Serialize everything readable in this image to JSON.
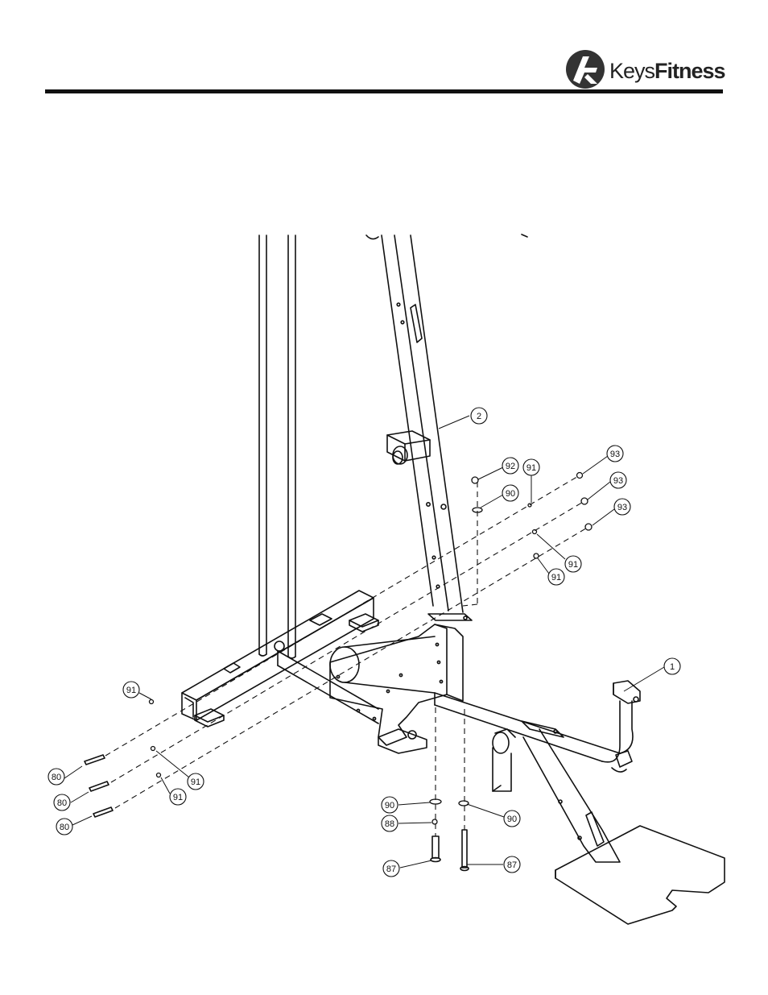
{
  "brand": {
    "name_part1": "Keys",
    "name_part2": "Fitness"
  },
  "callouts": [
    {
      "id": "c1",
      "label": "1"
    },
    {
      "id": "c2",
      "label": "2"
    },
    {
      "id": "c92",
      "label": "92"
    },
    {
      "id": "c91a",
      "label": "91"
    },
    {
      "id": "c93a",
      "label": "93"
    },
    {
      "id": "c93b",
      "label": "93"
    },
    {
      "id": "c93c",
      "label": "93"
    },
    {
      "id": "c90a",
      "label": "90"
    },
    {
      "id": "c91b",
      "label": "91"
    },
    {
      "id": "c91c",
      "label": "91"
    },
    {
      "id": "c91d",
      "label": "91"
    },
    {
      "id": "c91e",
      "label": "91"
    },
    {
      "id": "c91f",
      "label": "91"
    },
    {
      "id": "c80a",
      "label": "80"
    },
    {
      "id": "c80b",
      "label": "80"
    },
    {
      "id": "c80c",
      "label": "80"
    },
    {
      "id": "c90b",
      "label": "90"
    },
    {
      "id": "c90c",
      "label": "90"
    },
    {
      "id": "c88",
      "label": "88"
    },
    {
      "id": "c87a",
      "label": "87"
    },
    {
      "id": "c87b",
      "label": "87"
    }
  ]
}
